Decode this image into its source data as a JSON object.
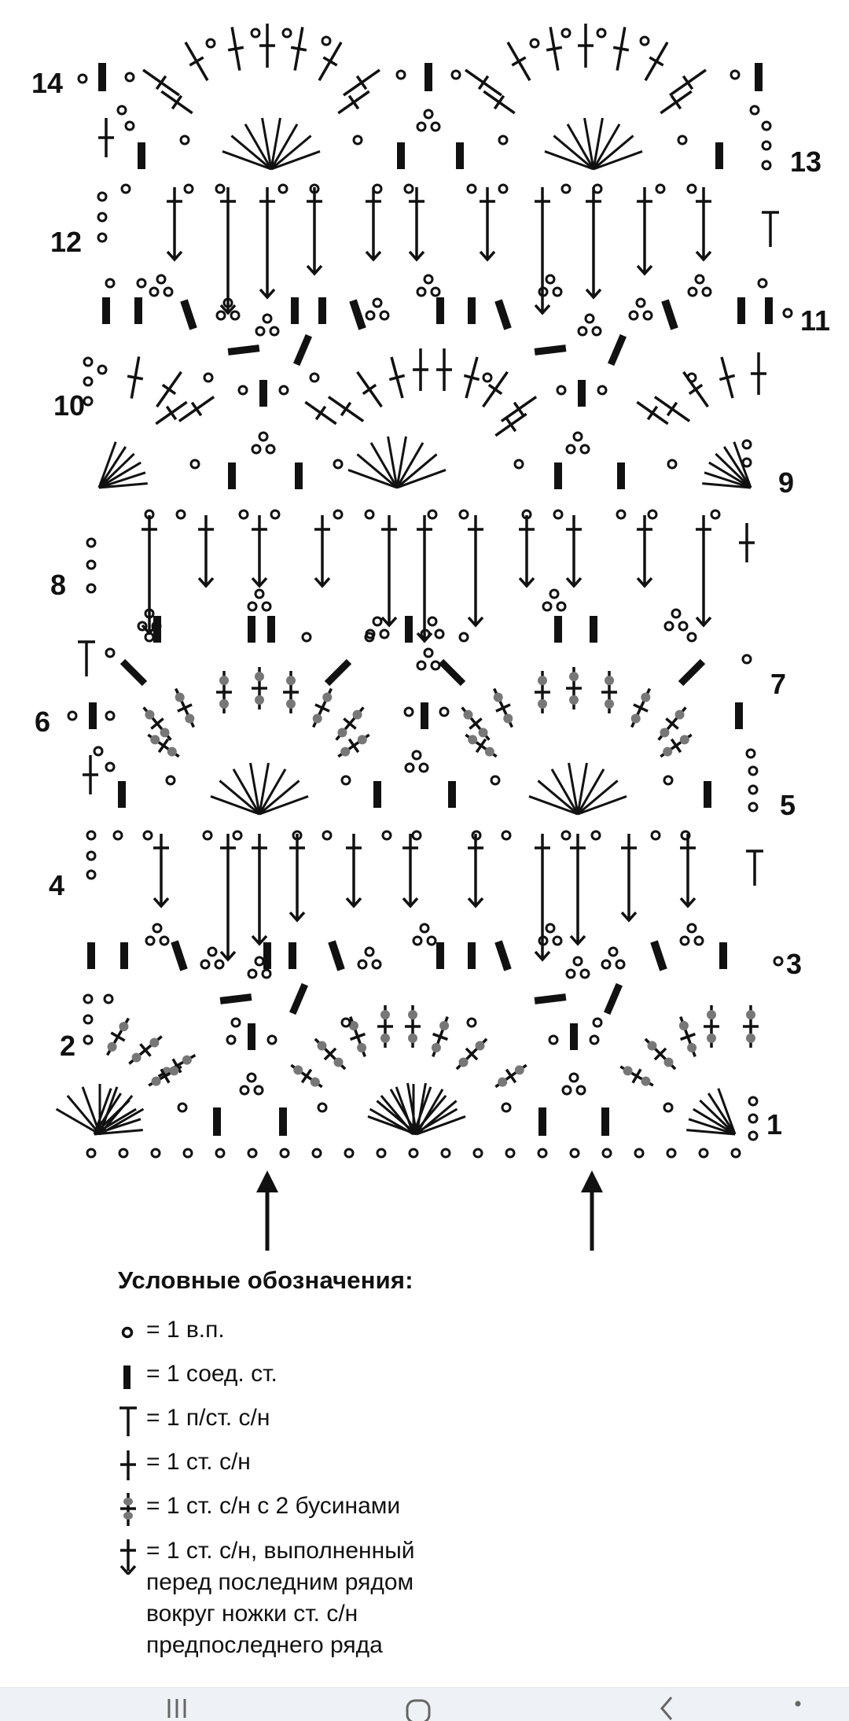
{
  "rows": {
    "r1": "1",
    "r2": "2",
    "r3": "3",
    "r4": "4",
    "r5": "5",
    "r6": "6",
    "r7": "7",
    "r8": "8",
    "r9": "9",
    "r10": "10",
    "r11": "11",
    "r12": "12",
    "r13": "13",
    "r14": "14"
  },
  "legend": {
    "title": "Условные обозначения:",
    "items": [
      {
        "symbol": "chain-icon",
        "text": "= 1 в.п."
      },
      {
        "symbol": "slip-stitch-icon",
        "text": "= 1 соед. ст."
      },
      {
        "symbol": "half-double-crochet-icon",
        "text": "= 1 п/ст. с/н"
      },
      {
        "symbol": "double-crochet-icon",
        "text": "= 1 ст. с/н"
      },
      {
        "symbol": "double-crochet-beads-icon",
        "text": "= 1 ст. с/н с 2 бусинами"
      },
      {
        "symbol": "post-stitch-icon",
        "text": "= 1 ст. с/н, выполненный\nперед последним рядом\nвокруг ножки ст. с/н\nпредпоследнего ряда"
      }
    ]
  },
  "colors": {
    "ink": "#111111",
    "bead": "#777777",
    "background": "#ffffff",
    "navbar": "#eef1f6"
  },
  "navbar": {
    "icons": [
      "menu-icon",
      "home-icon",
      "back-icon",
      "more-icon"
    ]
  }
}
